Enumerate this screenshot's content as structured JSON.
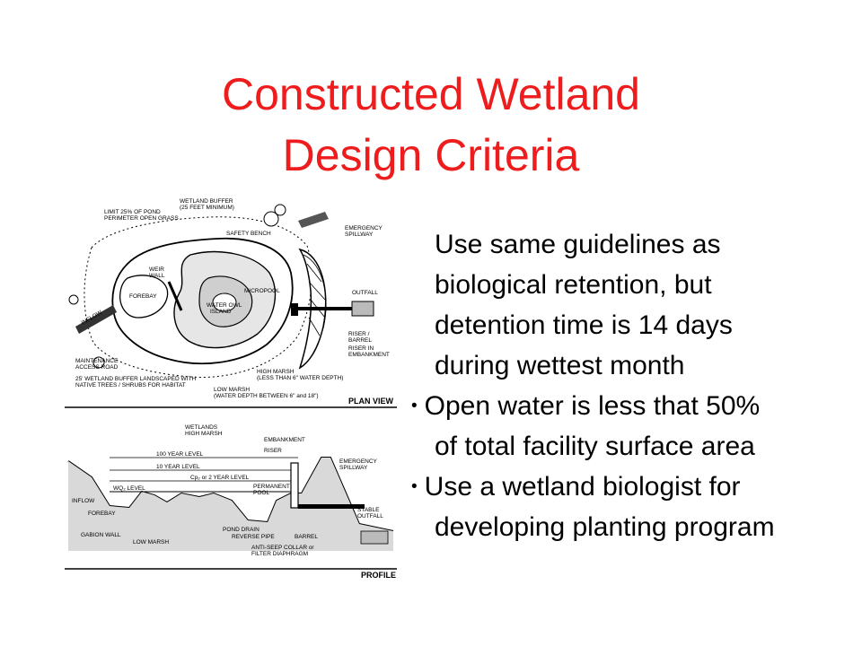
{
  "title": {
    "line1": "Constructed Wetland",
    "line2": "Design Criteria"
  },
  "bullets": [
    {
      "lines": [
        "Use same guidelines as",
        "biological retention, but",
        "detention time is 14 days",
        "during wettest month"
      ],
      "mark": ""
    },
    {
      "lines": [
        "Open water is less that 50%",
        "of total facility surface area"
      ],
      "mark": "•"
    },
    {
      "lines": [
        "Use a wetland biologist for",
        "developing planting program"
      ],
      "mark": "•"
    }
  ],
  "plan": {
    "heading": "PLAN VIEW",
    "labels": {
      "limit": [
        "LIMIT 25% OF POND",
        "PERIMETER OPEN GRASS"
      ],
      "buffer": [
        "WETLAND BUFFER",
        "(25 FEET MINIMUM)"
      ],
      "safety_bench": "SAFETY BENCH",
      "emergency_spillway": [
        "EMERGENCY",
        "SPILLWAY"
      ],
      "weir": [
        "WEIR",
        "WALL"
      ],
      "forebay": "FOREBAY",
      "micropool": "MICROPOOL",
      "outfall": "OUTFALL",
      "island": [
        "WATER OWL",
        "ISLAND"
      ],
      "riser": [
        "RISER /",
        "BARREL"
      ],
      "riser_emb": [
        "RISER IN",
        "EMBANKMENT"
      ],
      "inflow": "INFLOW",
      "maintenance": [
        "MAINTENANCE",
        "ACCESS ROAD"
      ],
      "high_marsh": [
        "HIGH MARSH",
        "(LESS THAN 6\" WATER DEPTH)"
      ],
      "buffer_landscaped": [
        "25' WETLAND BUFFER LANDSCAPED WITH",
        "NATIVE TREES / SHRUBS FOR HABITAT"
      ],
      "low_marsh": [
        "LOW MARSH",
        "(WATER DEPTH BETWEEN 6\" and 18\")"
      ]
    }
  },
  "profile": {
    "heading": "PROFILE",
    "labels": {
      "wetlands": [
        "WETLANDS",
        "HIGH MARSH"
      ],
      "embankment": "EMBANKMENT",
      "riser": "RISER",
      "year100": "100 YEAR LEVEL",
      "year10": "10 YEAR LEVEL",
      "year2": "Cp₂ or 2 YEAR LEVEL",
      "emergency_spillway": [
        "EMERGENCY",
        "SPILLWAY"
      ],
      "wq": "WQ₂ LEVEL",
      "permanent_pool": [
        "PERMANENT",
        "POOL"
      ],
      "inflow": "INFLOW",
      "forebay": "FOREBAY",
      "gabion": "GABION WALL",
      "low_marsh": "LOW MARSH",
      "pond_drain": "POND DRAIN",
      "reverse_pipe": "REVERSE PIPE",
      "barrel": "BARREL",
      "stable_outfall": [
        "STABLE",
        "OUTFALL"
      ],
      "anti_seep": [
        "ANTI-SEEP COLLAR or",
        "FILTER DIAPHRAGM"
      ]
    }
  }
}
